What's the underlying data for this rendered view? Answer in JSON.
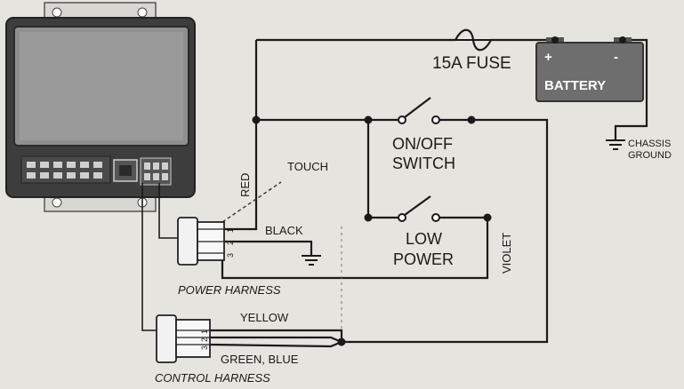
{
  "labels": {
    "fuse": "15A FUSE",
    "battery": "BATTERY",
    "battery_plus": "+",
    "battery_minus": "-",
    "chassis_line1": "CHASSIS",
    "chassis_line2": "GROUND",
    "onoff_line1": "ON/OFF",
    "onoff_line2": "SWITCH",
    "low_line1": "LOW",
    "low_line2": "POWER",
    "touch": "TOUCH",
    "red": "RED",
    "black": "BLACK",
    "violet": "VIOLET",
    "yellow": "YELLOW",
    "green_blue": "GREEN, BLUE",
    "power_harness": "POWER HARNESS",
    "control_harness": "CONTROL HARNESS",
    "power_pins": [
      "1",
      "2",
      "3"
    ],
    "control_pins": [
      "1",
      "2",
      "3"
    ]
  },
  "colors": {
    "wire": "#1a1a1a",
    "unit_body": "#3d3d3d",
    "unit_screen": "#8f8f8f",
    "battery_body": "#6e6e6e",
    "background": "#e6e4df"
  },
  "icons": [
    "ground-symbol-icon",
    "fuse-icon",
    "switch-icon"
  ]
}
